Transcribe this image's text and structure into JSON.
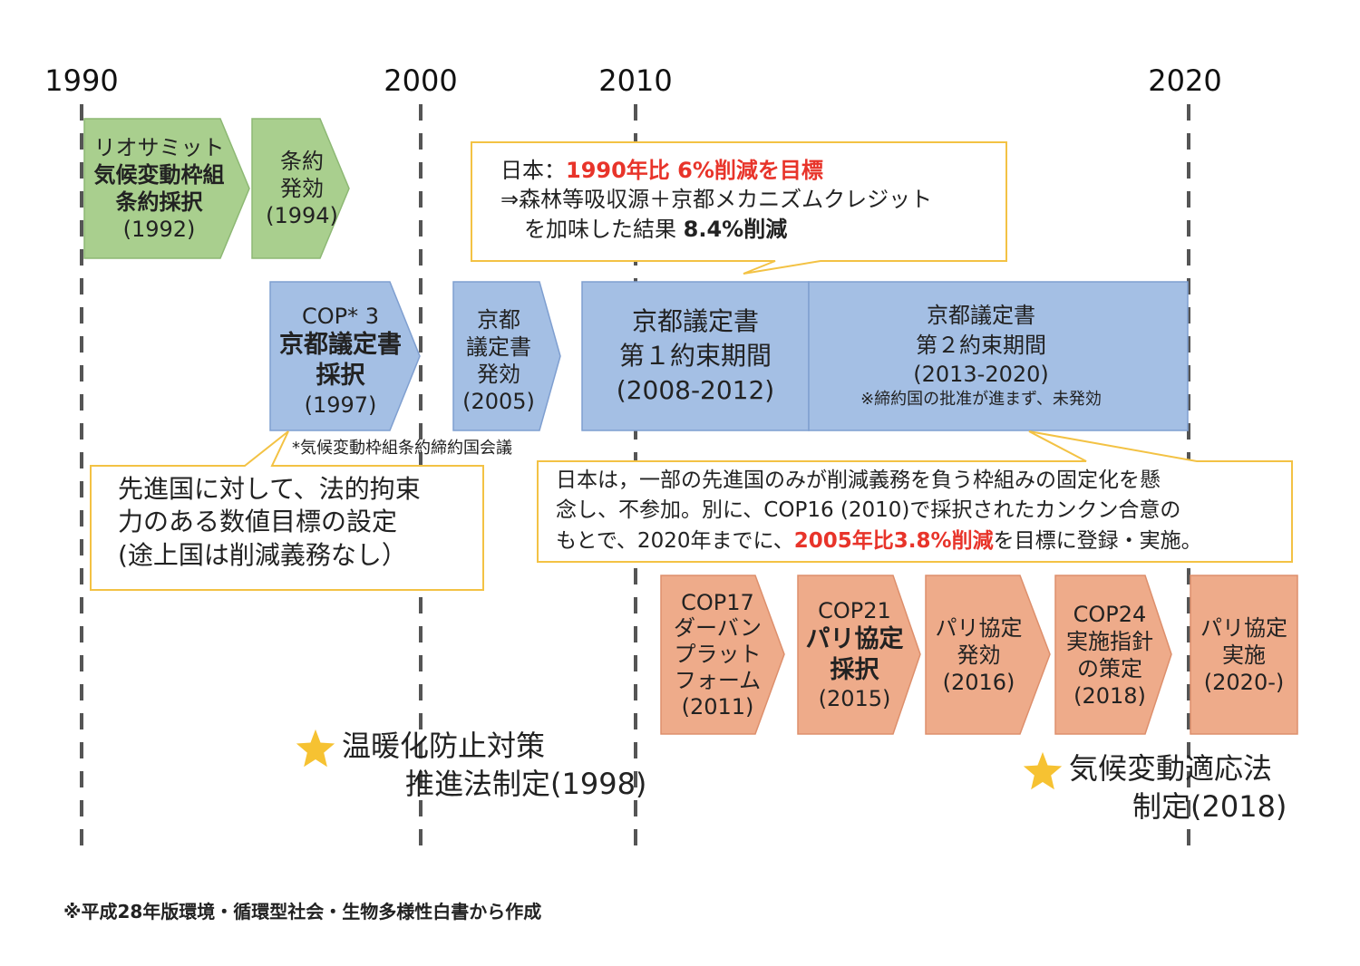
{
  "years": [
    "1990",
    "2000",
    "2010",
    "2020"
  ],
  "green": {
    "rio": {
      "line1": "リオサミット",
      "line2": "気候変動枠組",
      "line3": "条約採択",
      "year": "(1992)"
    },
    "effect": {
      "line1": "条約",
      "line2": "発効",
      "year": "(1994)"
    }
  },
  "blue": {
    "cop3": {
      "line1": "COP* 3",
      "line2": "京都議定書",
      "line3": "採択",
      "year": "(1997)"
    },
    "kyoto_effect": {
      "line1": "京都",
      "line2": "議定書",
      "line3": "発効",
      "year": "(2005)"
    },
    "period1": {
      "line1": "京都議定書",
      "line2": "第１約束期間",
      "period": "(2008-2012)"
    },
    "period2": {
      "line1": "京都議定書",
      "line2": "第２約束期間",
      "period": "(2013-2020)",
      "note": "※締約国の批准が進まず、未発効"
    }
  },
  "cop_footnote": "*気候変動枠組条約締約国会議",
  "callouts": {
    "japan_target": {
      "label": "日本：",
      "highlight": "1990年比 6%削減を目標",
      "line2": "⇒森林等吸収源＋京都メカニズムクレジット",
      "line3_pre": "を加味した結果 ",
      "line3_bold": "8.4%削減"
    },
    "developed": {
      "line1": "先進国に対して、法的拘束",
      "line2": "力のある数値目標の設定",
      "line3": "(途上国は削減義務なし）"
    },
    "japan_stance": {
      "line1": "日本は，一部の先進国のみが削減義務を負う枠組みの固定化を懸",
      "line2": "念し、不参加。別に、COP16 (2010)で採択されたカンクン合意の",
      "line3_pre": "もとで、2020年までに、",
      "line3_red": "2005年比3.8%削減",
      "line3_post": "を目標に登録・実施。"
    }
  },
  "orange": {
    "cop17": {
      "line1": "COP17",
      "line2": "ダーバン",
      "line3": "プラット",
      "line4": "フォーム",
      "year": "(2011)"
    },
    "cop21": {
      "line1": "COP21",
      "line2": "パリ協定",
      "line3": "採択",
      "year": "(2015)"
    },
    "paris_effect": {
      "line1": "パリ協定",
      "line2": "発効",
      "year": "(2016)"
    },
    "cop24": {
      "line1": "COP24",
      "line2": "実施指針",
      "line3": "の策定",
      "year": "(2018)"
    },
    "paris_impl": {
      "line1": "パリ協定",
      "line2": "実施",
      "year": "(2020-)"
    }
  },
  "stars": {
    "law1998": {
      "line1": "温暖化防止対策",
      "line2": "推進法制定(1998)"
    },
    "law2018": {
      "line1": "気候変動適応法",
      "line2": "制定(2018)"
    }
  },
  "source": "※平成28年版環境・循環型社会・生物多様性白書から作成",
  "colors": {
    "green_fill": "#a9cf8e",
    "green_stroke": "#8db874",
    "blue_fill": "#a4bfe4",
    "blue_stroke": "#7f9fd0",
    "orange_fill": "#eeab8a",
    "orange_stroke": "#dd8f6c",
    "callout_border": "#f3c244",
    "highlight_red": "#e8342a",
    "star": "#f6c232"
  }
}
